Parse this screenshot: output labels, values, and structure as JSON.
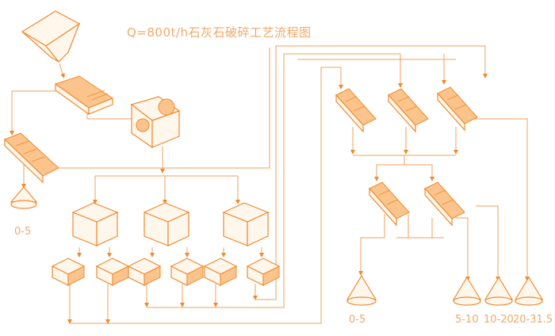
{
  "title": "Q=800t/h石灰石破碎工艺流程图",
  "colors": {
    "line": "#f1a05a",
    "equipment": "#f08a2e",
    "text": "#f2a96a"
  },
  "products": [
    {
      "label": "0-5"
    },
    {
      "label": "0-5"
    },
    {
      "label": "5-10"
    },
    {
      "label": "10-20"
    },
    {
      "label": "20-31.5"
    }
  ]
}
